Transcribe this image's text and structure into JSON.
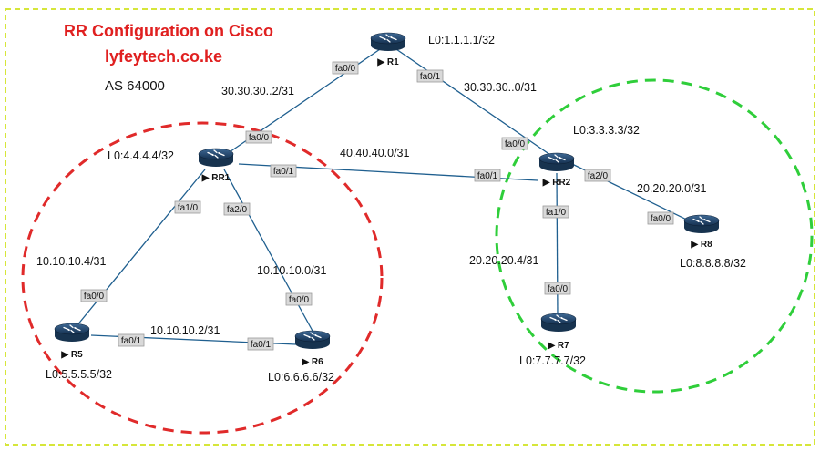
{
  "title": "RR Configuration on Cisco",
  "subtitle": "lyfeytech.co.ke",
  "as_label": "AS 64000",
  "colors": {
    "title": "#e02020",
    "outer_border": "#d6e63a",
    "cluster_rr1": "#e02a2a",
    "cluster_rr2": "#2fce3a",
    "link": "#1f5f8f",
    "router": "#1f3f66"
  },
  "routers": [
    {
      "id": "R1",
      "name": "R1",
      "loopback": "L0:1.1.1.1/32"
    },
    {
      "id": "RR1",
      "name": "RR1",
      "loopback": "L0:4.4.4.4/32"
    },
    {
      "id": "RR2",
      "name": "RR2",
      "loopback": "L0:3.3.3.3/32"
    },
    {
      "id": "R5",
      "name": "R5",
      "loopback": "L0:5.5.5.5/32"
    },
    {
      "id": "R6",
      "name": "R6",
      "loopback": "L0:6.6.6.6/32"
    },
    {
      "id": "R7",
      "name": "R7",
      "loopback": "L0:7.7.7.7/32"
    },
    {
      "id": "R8",
      "name": "R8",
      "loopback": "L0:8.8.8.8/32"
    }
  ],
  "links": [
    {
      "a": "R1",
      "a_if": "fa0/0",
      "b": "RR1",
      "b_if": "fa0/0",
      "subnet": "30.30.30..2/31"
    },
    {
      "a": "R1",
      "a_if": "fa0/1",
      "b": "RR2",
      "b_if": "fa0/0",
      "subnet": "30.30.30..0/31"
    },
    {
      "a": "RR1",
      "a_if": "fa0/1",
      "b": "RR2",
      "b_if": "fa0/1",
      "subnet": "40.40.40.0/31"
    },
    {
      "a": "RR1",
      "a_if": "fa1/0",
      "b": "R5",
      "b_if": "fa0/0",
      "subnet": "10.10.10.4/31"
    },
    {
      "a": "RR1",
      "a_if": "fa2/0",
      "b": "R6",
      "b_if": "fa0/0",
      "subnet": "10.10.10.0/31"
    },
    {
      "a": "R5",
      "a_if": "fa0/1",
      "b": "R6",
      "b_if": "fa0/1",
      "subnet": "10.10.10.2/31"
    },
    {
      "a": "RR2",
      "a_if": "fa1/0",
      "b": "R7",
      "b_if": "fa0/0",
      "subnet": "20.20.20.4/31"
    },
    {
      "a": "RR2",
      "a_if": "fa2/0",
      "b": "R8",
      "b_if": "fa0/0",
      "subnet": "20.20.20.0/31"
    }
  ]
}
